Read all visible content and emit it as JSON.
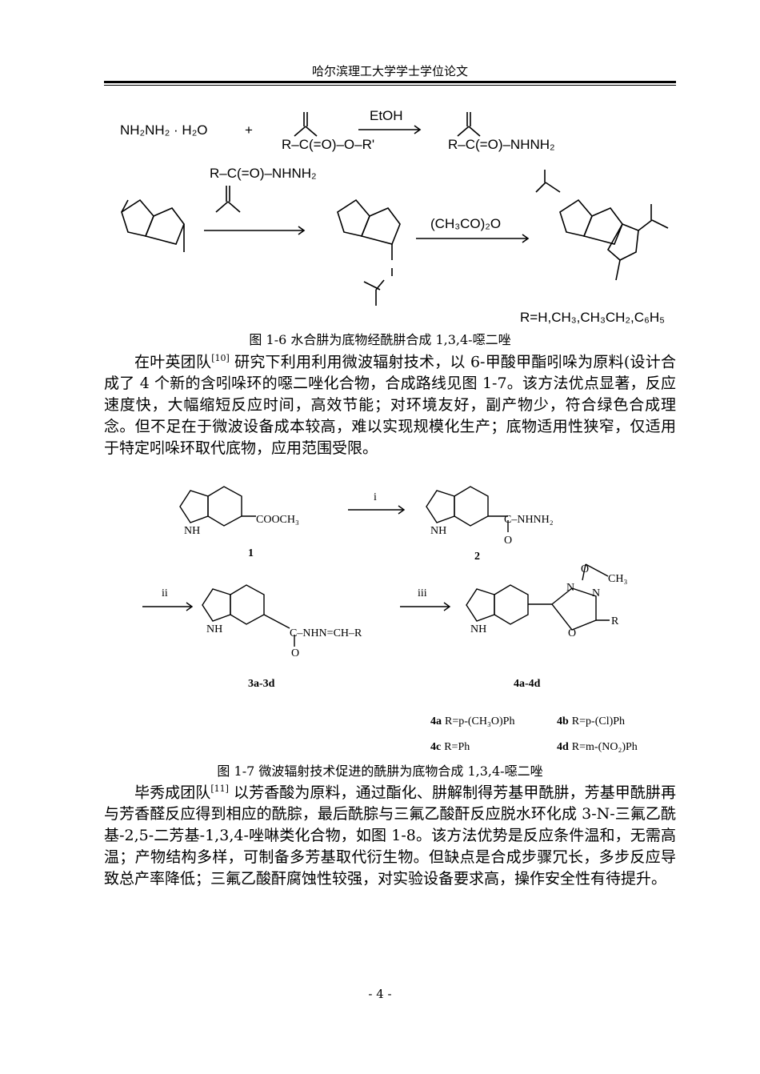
{
  "header": {
    "title": "哈尔滨理工大学学士学位论文"
  },
  "scheme1": {
    "reagent_hydrazine": "NH₂NH₂ · H₂O",
    "plus": "+",
    "ester": "R–C(=O)–O–R'",
    "etoh": "EtOH",
    "hydrazide": "R–C(=O)–NHNH₂",
    "hydrazide_reagent": "R–C(=O)–NHNH₂",
    "acetic_anhydride": "(CH₃CO)₂O",
    "r_groups": "R=H,CH₃,CH₃CH₂,C₆H₅"
  },
  "caption1": "图 1-6  水合肼为底物经酰肼合成 1,3,4-噁二唑",
  "para1": {
    "text_before_ref": "在叶英团队",
    "ref": "[10]",
    "text_after_ref": " 研究下利用利用微波辐射技术，以 6-甲酸甲酯吲哚为原料(设计合成了 4 个新的含吲哚环的噁二唑化合物，合成路线见图 1-7。该方法优点显著，反应速度快，大幅缩短反应时间，高效节能；对环境友好，副产物少，符合绿色合成理念。但不足在于微波设备成本较高，难以实现规模化生产；底物适用性狭窄，仅适用于特定吲哚环取代底物，应用范围受限。"
  },
  "scheme2": {
    "cmpd1_sub": "COOCH₃",
    "cmpd2_sub": "C–NHNH₂",
    "step_i": "i",
    "step_ii": "ii",
    "step_iii": "iii",
    "label_1": "1",
    "label_2": "2",
    "cmpd3_sub": "C–NHN=CH–R",
    "label_3": "3a-3d",
    "label_4": "4a-4d",
    "ch3": "CH₃",
    "r": "R",
    "nh": "NH",
    "o": "O",
    "n": "N",
    "legend": [
      {
        "id": "4a",
        "text": "R=p-(CH₃O)Ph"
      },
      {
        "id": "4b",
        "text": "R=p-(Cl)Ph"
      },
      {
        "id": "4c",
        "text": "R=Ph"
      },
      {
        "id": "4d",
        "text": "R=m-(NO₂)Ph"
      }
    ]
  },
  "caption2": "图 1-7  微波辐射技术促进的酰肼为底物合成 1,3,4-噁二唑",
  "para2": {
    "text_before_ref": "毕秀成团队",
    "ref": "[11]",
    "text_after_ref": " 以芳香酸为原料，通过酯化、肼解制得芳基甲酰肼，芳基甲酰肼再与芳香醛反应得到相应的酰腙，最后酰腙与三氟乙酸酐反应脱水环化成 3-N-三氟乙酰基-2,5-二芳基-1,3,4-唑啉类化合物，如图 1-8。该方法优势是反应条件温和，无需高温；产物结构多样，可制备多芳基取代衍生物。但缺点是合成步骤冗长，多步反应导致总产率降低；三氟乙酸酐腐蚀性较强，对实验设备要求高，操作安全性有待提升。"
  },
  "footer": {
    "page": "- 4 -"
  }
}
